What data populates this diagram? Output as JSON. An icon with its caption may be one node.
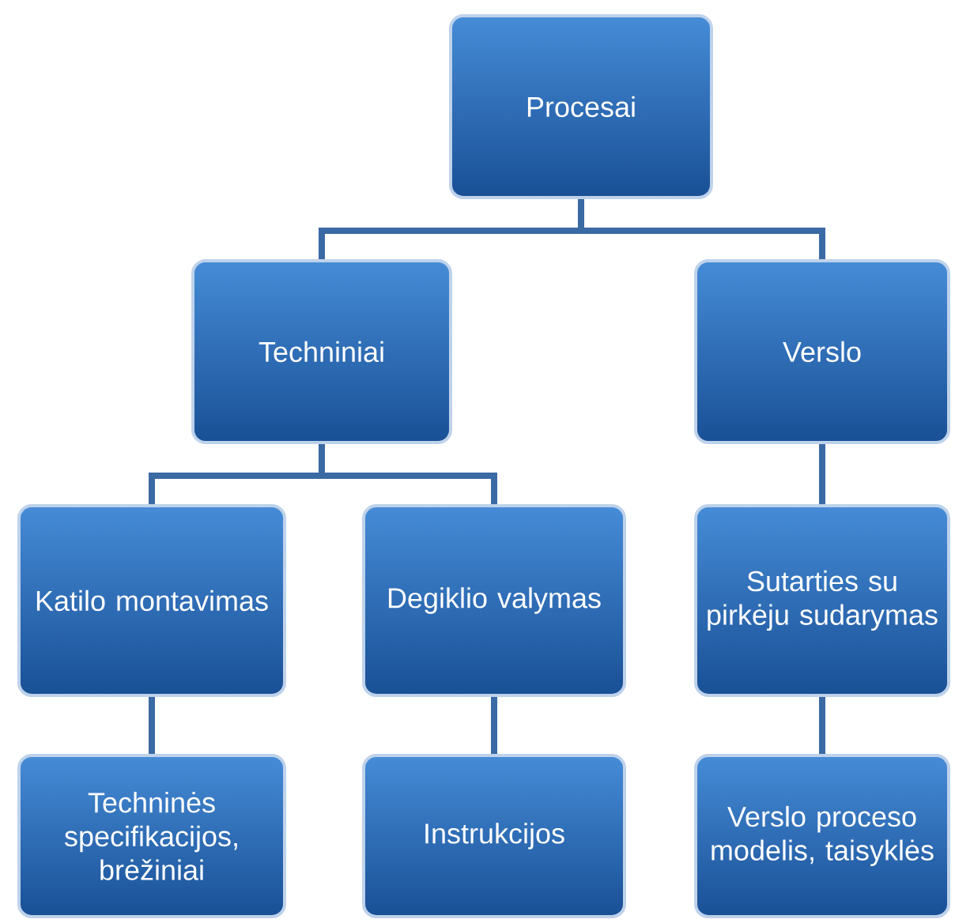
{
  "diagram": {
    "nodes": [
      {
        "text": [
          "Procesai"
        ]
      },
      {
        "text": [
          "Techniniai"
        ]
      },
      {
        "text": [
          "Verslo"
        ]
      },
      {
        "text": [
          "Katilo montavimas"
        ]
      },
      {
        "text": [
          "Degiklio valymas"
        ]
      },
      {
        "text": [
          "Sutarties su pirkėju sudarymas"
        ]
      },
      {
        "text": [
          "Techninės specifikacijos, brėžiniai"
        ]
      },
      {
        "text": [
          "Instrukcijos"
        ]
      },
      {
        "text": [
          "Verslo proceso modelis, taisyklės"
        ]
      }
    ],
    "edges": [
      {
        "from": 0,
        "to": 1,
        "arrow": "none"
      },
      {
        "from": 0,
        "to": 2,
        "arrow": "none"
      },
      {
        "from": 1,
        "to": 3,
        "arrow": "none"
      },
      {
        "from": 1,
        "to": 4,
        "arrow": "none"
      },
      {
        "from": 2,
        "to": 5,
        "arrow": "none"
      },
      {
        "from": 3,
        "to": 6,
        "arrow": "none"
      },
      {
        "from": 4,
        "to": 7,
        "arrow": "none"
      },
      {
        "from": 5,
        "to": 8,
        "arrow": "none"
      }
    ]
  }
}
